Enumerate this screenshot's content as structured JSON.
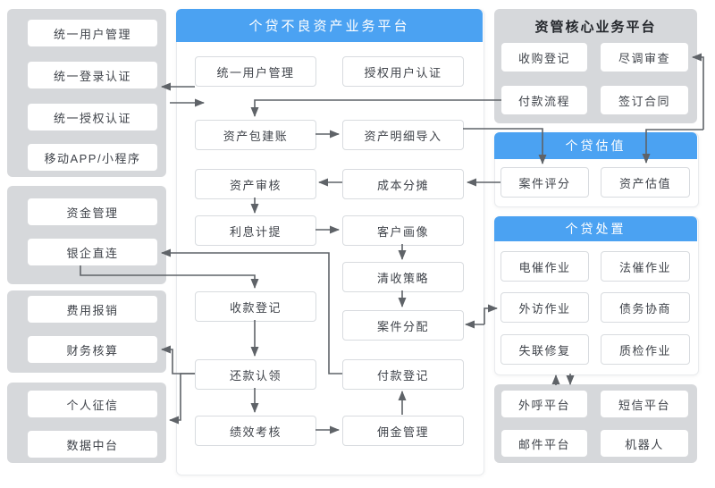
{
  "colors": {
    "accent": "#4BA2F2",
    "panel_gray": "#d6d8db",
    "line": "#5F6368"
  },
  "left_column": {
    "identity": {
      "nodes": {
        "unified_user_management": "统一用户管理",
        "unified_login_auth": "统一登录认证",
        "unified_authorization": "统一授权认证",
        "mobile_app": "移动APP/小程序"
      }
    },
    "finance_a": {
      "nodes": {
        "fund_management": "资金管理",
        "bank_enterprise_direct": "银企直连"
      }
    },
    "finance_b": {
      "nodes": {
        "expense_reimbursement": "费用报销",
        "financial_accounting": "财务核算"
      }
    },
    "data_services": {
      "nodes": {
        "personal_credit": "个人征信",
        "data_middle_platform": "数据中台"
      }
    }
  },
  "main_panel": {
    "title": "个贷不良资产业务平台",
    "nodes": {
      "unified_user_management": "统一用户管理",
      "authorized_user_auth": "授权用户认证",
      "asset_package_ledger": "资产包建账",
      "asset_detail_import": "资产明细导入",
      "asset_review": "资产审核",
      "cost_allocation": "成本分摊",
      "interest_accrual": "利息计提",
      "customer_profile": "客户画像",
      "collection_strategy": "清收策略",
      "collection_register": "收款登记",
      "case_assignment": "案件分配",
      "repayment_claim": "还款认领",
      "payment_register": "付款登记",
      "performance_appraisal": "绩效考核",
      "commission_management": "佣金管理"
    }
  },
  "right_column": {
    "core_platform": {
      "title": "资管核心业务平台",
      "nodes": {
        "purchase_register": "收购登记",
        "due_diligence": "尽调审查",
        "payment_process": "付款流程",
        "contract_signing": "签订合同"
      }
    },
    "valuation": {
      "title": "个贷估值",
      "nodes": {
        "case_scoring": "案件评分",
        "asset_valuation": "资产估值"
      }
    },
    "disposal": {
      "title": "个贷处置",
      "nodes": {
        "tele_collection": "电催作业",
        "legal_collection": "法催作业",
        "field_visit": "外访作业",
        "debt_negotiation": "债务协商",
        "lost_contact_repair": "失联修复",
        "quality_inspection": "质检作业"
      }
    },
    "channels": {
      "nodes": {
        "outbound_call": "外呼平台",
        "sms": "短信平台",
        "email": "邮件平台",
        "robot": "机器人"
      }
    }
  }
}
